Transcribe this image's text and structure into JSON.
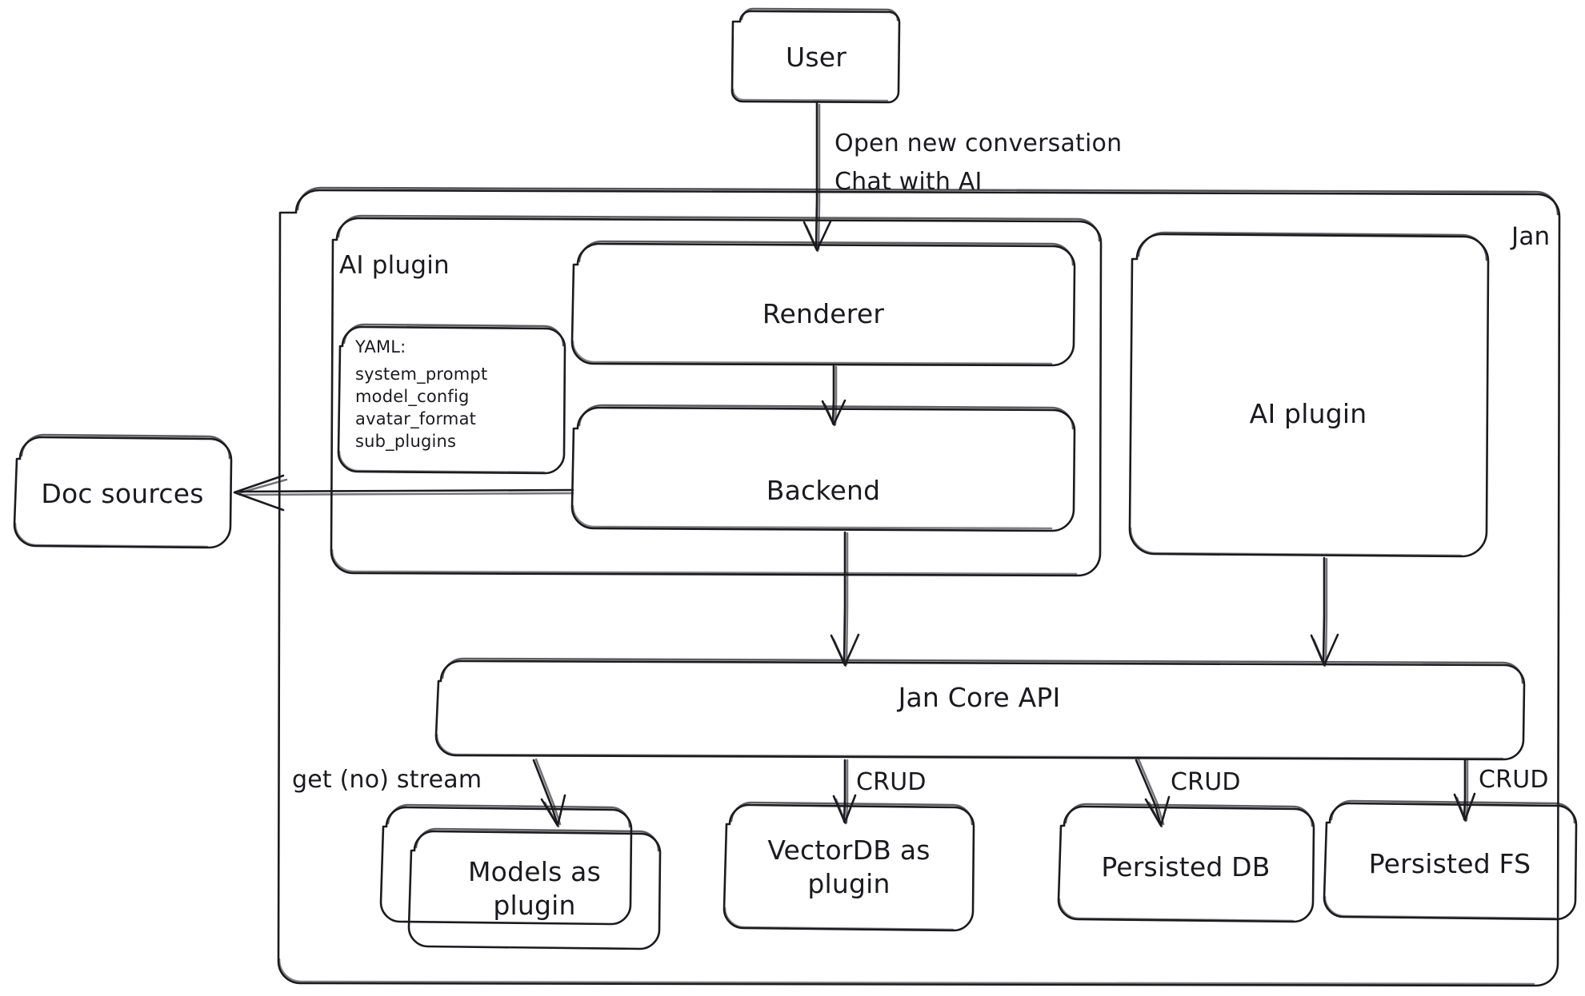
{
  "diagram": {
    "title": "Jan architecture diagram",
    "style": "hand-drawn",
    "stroke_color": "#1b1b1f",
    "background_color": "#ffffff",
    "containers": [
      {
        "id": "jan",
        "label": "Jan",
        "label_position": "top-right"
      },
      {
        "id": "ai-plugin-group",
        "label": "AI plugin",
        "label_position": "top-left"
      }
    ],
    "nodes": {
      "user": {
        "label": "User"
      },
      "renderer": {
        "label": "Renderer"
      },
      "backend": {
        "label": "Backend"
      },
      "ai_plugin_box": {
        "label": "AI plugin"
      },
      "doc_sources": {
        "label": "Doc sources"
      },
      "jan_core_api": {
        "label": "Jan Core API"
      },
      "models_as_plugin": {
        "label": "Models as\nplugin"
      },
      "vectordb_as_plugin": {
        "label": "VectorDB as\nplugin"
      },
      "persisted_db": {
        "label": "Persisted DB"
      },
      "persisted_fs": {
        "label": "Persisted FS"
      }
    },
    "yaml_card": {
      "header": "YAML:",
      "lines": [
        "system_prompt",
        "model_config",
        "avatar_format",
        "sub_plugins"
      ]
    },
    "edge_labels": {
      "user_to_renderer_line1": "Open new conversation",
      "user_to_renderer_line2": "Chat with AI",
      "api_to_models": "get (no) stream",
      "api_to_vectordb": "CRUD",
      "api_to_persisted_db": "CRUD",
      "api_to_persisted_fs": "CRUD"
    }
  }
}
